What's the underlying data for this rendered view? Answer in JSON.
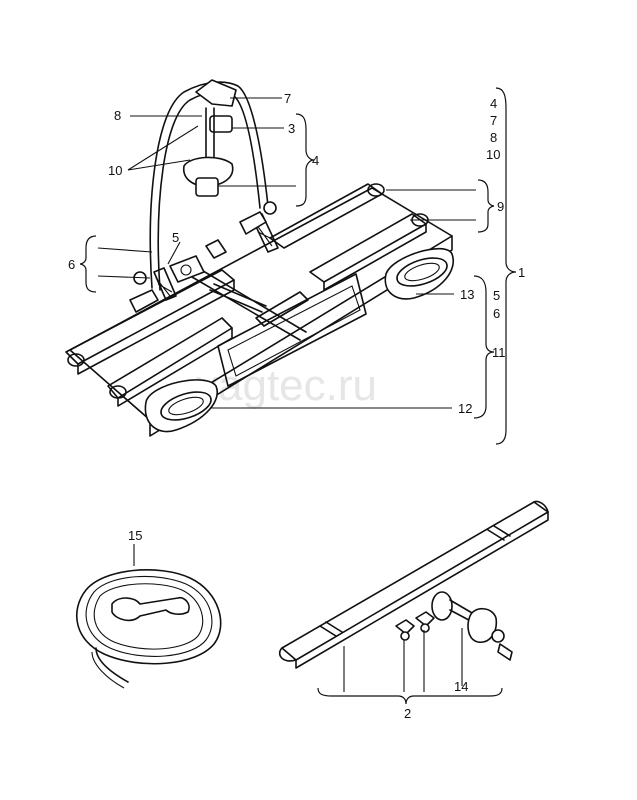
{
  "watermark": "vagtec.ru",
  "callouts": {
    "c1": "1",
    "c2": "2",
    "c3": "3",
    "c4": "4",
    "c5": "5",
    "c6": "6",
    "c7": "7",
    "c8": "8",
    "c9": "9",
    "c10": "10",
    "c11": "11",
    "c12": "12",
    "c13": "13",
    "c14": "14",
    "c15": "15"
  },
  "group_lists": {
    "group_1_list": [
      "4",
      "7",
      "8",
      "10"
    ],
    "group_11_list": [
      "5",
      "6"
    ]
  }
}
